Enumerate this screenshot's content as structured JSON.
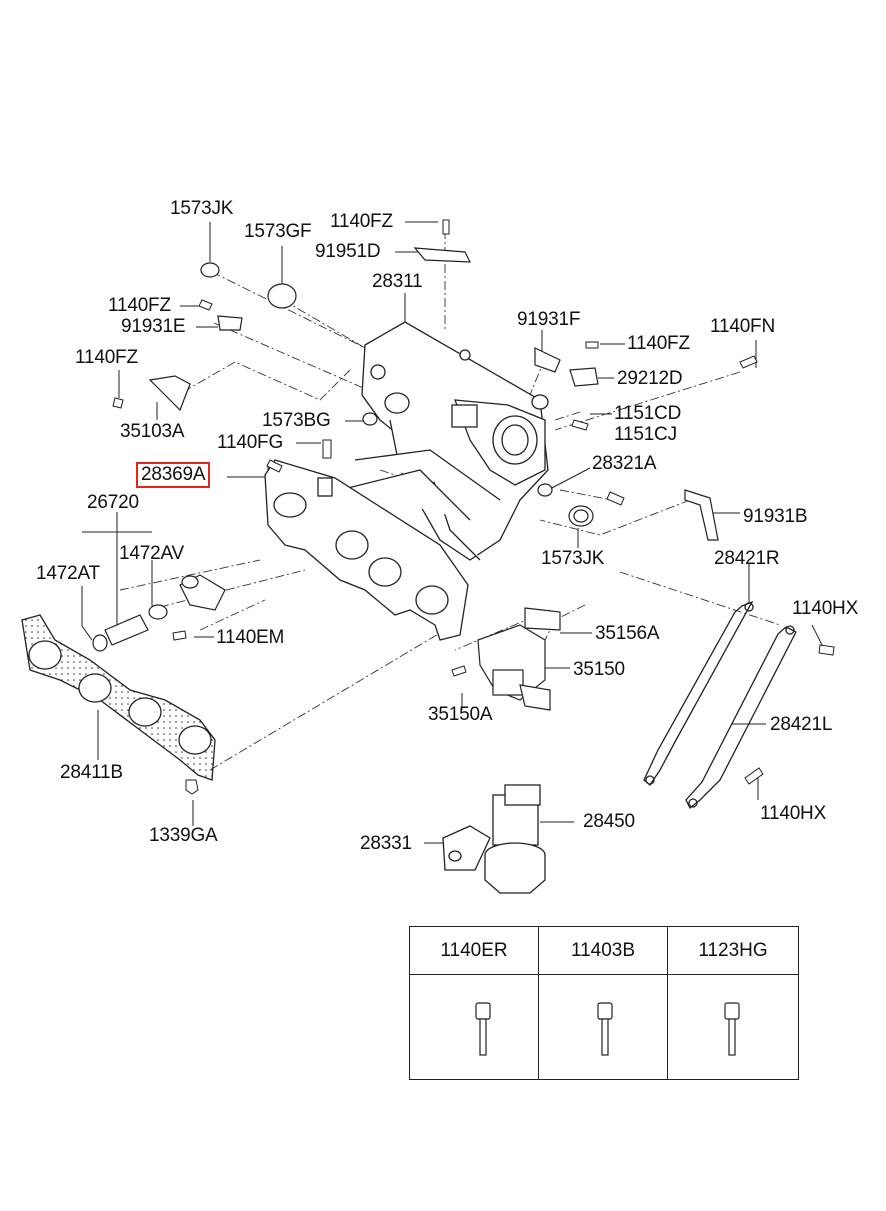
{
  "diagram": {
    "highlight_color": "#e0261f",
    "labels": {
      "l_1573JK_top": "1573JK",
      "l_1573GF": "1573GF",
      "l_1140FZ_top": "1140FZ",
      "l_91951D": "91951D",
      "l_28311": "28311",
      "l_1140FZ_left": "1140FZ",
      "l_91931E": "91931E",
      "l_1140FZ_left2": "1140FZ",
      "l_35103A": "35103A",
      "l_1573BG": "1573BG",
      "l_1140FG": "1140FG",
      "l_28369A": "28369A",
      "l_26720": "26720",
      "l_1472AT": "1472AT",
      "l_1472AV": "1472AV",
      "l_1140EM": "1140EM",
      "l_28411B": "28411B",
      "l_1339GA": "1339GA",
      "l_91931F": "91931F",
      "l_1140FZ_right": "1140FZ",
      "l_1140FN": "1140FN",
      "l_29212D": "29212D",
      "l_1151CD": "1151CD",
      "l_1151CJ": "1151CJ",
      "l_28321A": "28321A",
      "l_91931B": "91931B",
      "l_1573JK_mid": "1573JK",
      "l_28421R": "28421R",
      "l_1140HX_top": "1140HX",
      "l_35156A": "35156A",
      "l_35150": "35150",
      "l_35150A": "35150A",
      "l_28421L": "28421L",
      "l_1140HX_bottom": "1140HX",
      "l_28331": "28331",
      "l_28450": "28450"
    },
    "table": {
      "headers": [
        "1140ER",
        "11403B",
        "1123HG"
      ]
    }
  }
}
